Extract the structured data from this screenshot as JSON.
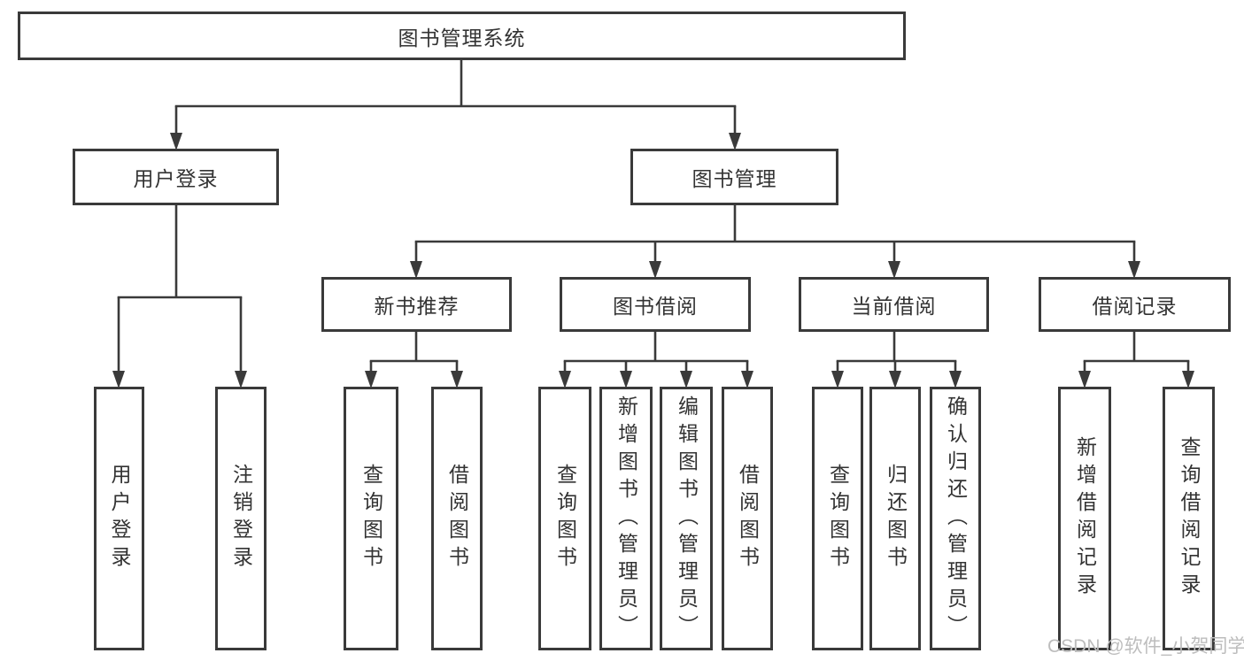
{
  "nodes": {
    "root": {
      "label": "图书管理系统"
    },
    "user_login": {
      "label": "用户登录"
    },
    "book_management": {
      "label": "图书管理"
    },
    "new_book_recommend": {
      "label": "新书推荐"
    },
    "book_borrowing": {
      "label": "图书借阅"
    },
    "current_borrowing": {
      "label": "当前借阅"
    },
    "borrowing_records": {
      "label": "借阅记录"
    },
    "user_login_leaf": {
      "label": "用户登录"
    },
    "logout_leaf": {
      "label": "注销登录"
    },
    "query_books_recommend": {
      "label": "查询图书"
    },
    "borrow_books_recommend": {
      "label": "借阅图书"
    },
    "query_books_borrowing": {
      "label": "查询图书"
    },
    "add_books_admin": {
      "label": "新增图书（管理员）"
    },
    "edit_books_admin": {
      "label": "编辑图书（管理员）"
    },
    "borrow_books_borrowing": {
      "label": "借阅图书"
    },
    "query_books_current": {
      "label": "查询图书"
    },
    "return_books": {
      "label": "归还图书"
    },
    "confirm_return_admin": {
      "label": "确认归还（管理员）"
    },
    "add_borrow_record": {
      "label": "新增借阅记录"
    },
    "query_borrow_record": {
      "label": "查询借阅记录"
    }
  },
  "watermark": {
    "text": "CSDN @软件_小贺同学"
  },
  "colors": {
    "line": "#3a3a3a",
    "text": "#333333",
    "watermark": "#bdbdbd",
    "background": "#ffffff"
  }
}
